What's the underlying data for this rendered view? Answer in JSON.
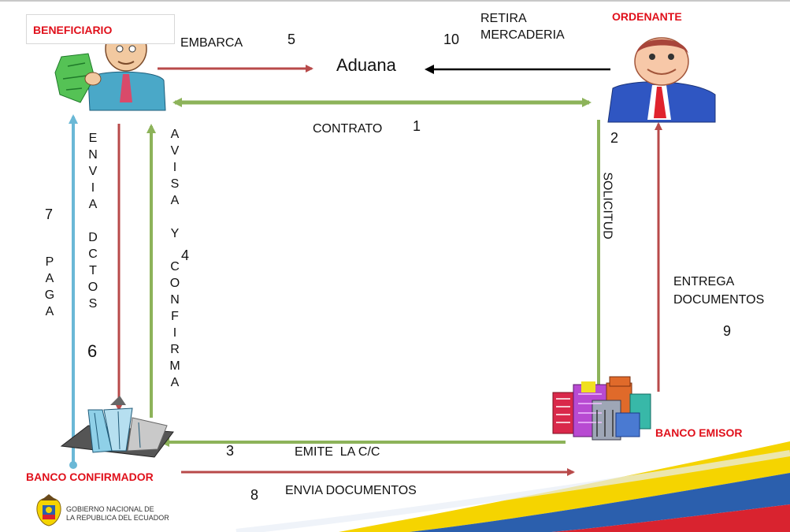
{
  "actors": {
    "beneficiario": "BENEFICIARIO",
    "ordenante": "ORDENANTE",
    "banco_confirmador": "BANCO CONFIRMADOR",
    "banco_emisor": "BANCO EMISOR",
    "aduana": "Aduana"
  },
  "steps": {
    "contrato": {
      "label": "CONTRATO",
      "num": "1"
    },
    "solicitud": {
      "label": "SOLICITUD",
      "num": "2"
    },
    "emite": {
      "label": "EMITE  LA C/C",
      "num": "3"
    },
    "avisa": {
      "label": "AVISA Y CONFIRMA",
      "num": "4"
    },
    "embarca": {
      "label": "EMBARCA",
      "num": "5"
    },
    "envia_dctos": {
      "label": "ENVIA DCTOS",
      "num": "6"
    },
    "paga": {
      "label": "PAGA",
      "num": "7"
    },
    "envia_documentos": {
      "label": "ENVIA DOCUMENTOS",
      "num": "8"
    },
    "entrega": {
      "label_line1": "ENTREGA",
      "label_line2": "DOCUMENTOS",
      "num": "9"
    },
    "retira": {
      "label_line1": "RETIRA",
      "label_line2": "MERCADERIA",
      "num": "10"
    }
  },
  "footer": {
    "logo_line1": "GOBIERNO NACIONAL DE",
    "logo_line2": "LA REPUBLICA DEL ECUADOR"
  },
  "colors": {
    "green": "#8db35a",
    "red": "#b84a4a",
    "blue": "#6ab8d6",
    "black": "#000000",
    "flag_yellow": "#f5d400",
    "flag_blue": "#2b5fad",
    "flag_red": "#d9232f"
  }
}
